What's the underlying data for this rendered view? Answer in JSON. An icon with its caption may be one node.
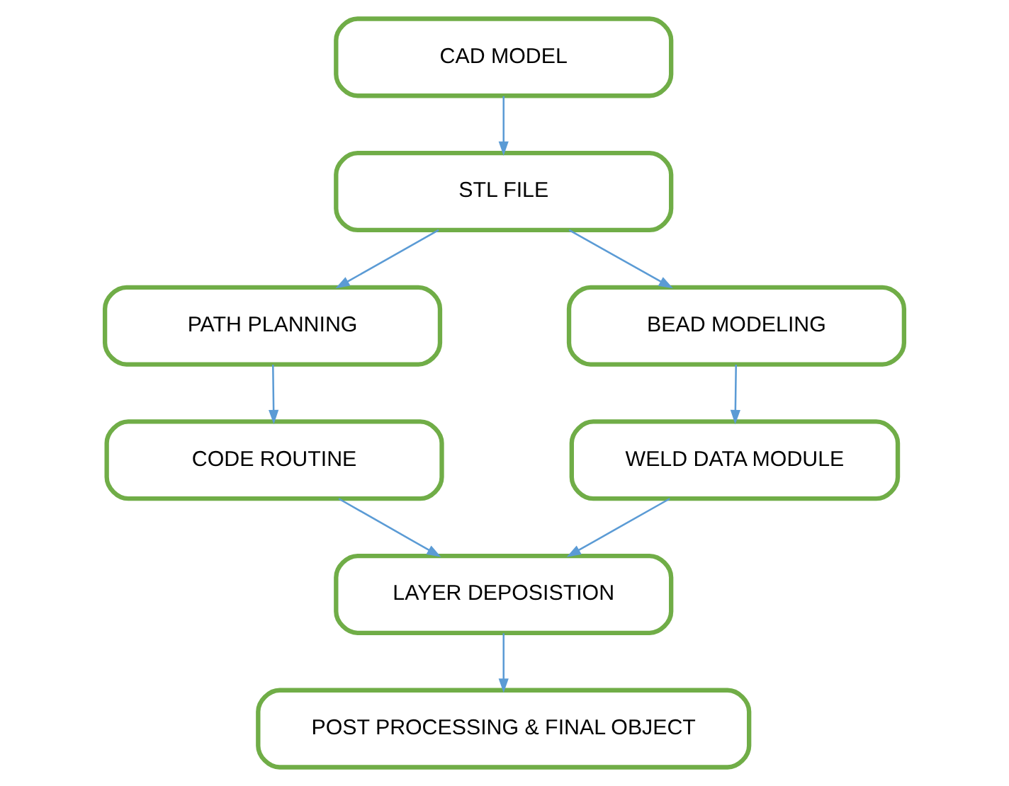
{
  "diagram": {
    "nodes": [
      {
        "text": [
          "CAD MODEL"
        ]
      },
      {
        "text": [
          "STL FILE"
        ]
      },
      {
        "text": [
          "PATH PLANNING"
        ]
      },
      {
        "text": [
          "BEAD MODELING"
        ]
      },
      {
        "text": [
          "CODE ROUTINE"
        ]
      },
      {
        "text": [
          "WELD DATA MODULE"
        ]
      },
      {
        "text": [
          "LAYER DEPOSISTION"
        ]
      },
      {
        "text": [
          "POST PROCESSING & FINAL OBJECT"
        ]
      }
    ],
    "edges": [
      {
        "from": 0,
        "to": 1,
        "arrow": "to"
      },
      {
        "from": 1,
        "to": 2,
        "arrow": "to"
      },
      {
        "from": 1,
        "to": 3,
        "arrow": "to"
      },
      {
        "from": 2,
        "to": 4,
        "arrow": "to"
      },
      {
        "from": 3,
        "to": 5,
        "arrow": "to"
      },
      {
        "from": 4,
        "to": 6,
        "arrow": "to"
      },
      {
        "from": 5,
        "to": 6,
        "arrow": "to"
      },
      {
        "from": 6,
        "to": 7,
        "arrow": "to"
      }
    ]
  }
}
